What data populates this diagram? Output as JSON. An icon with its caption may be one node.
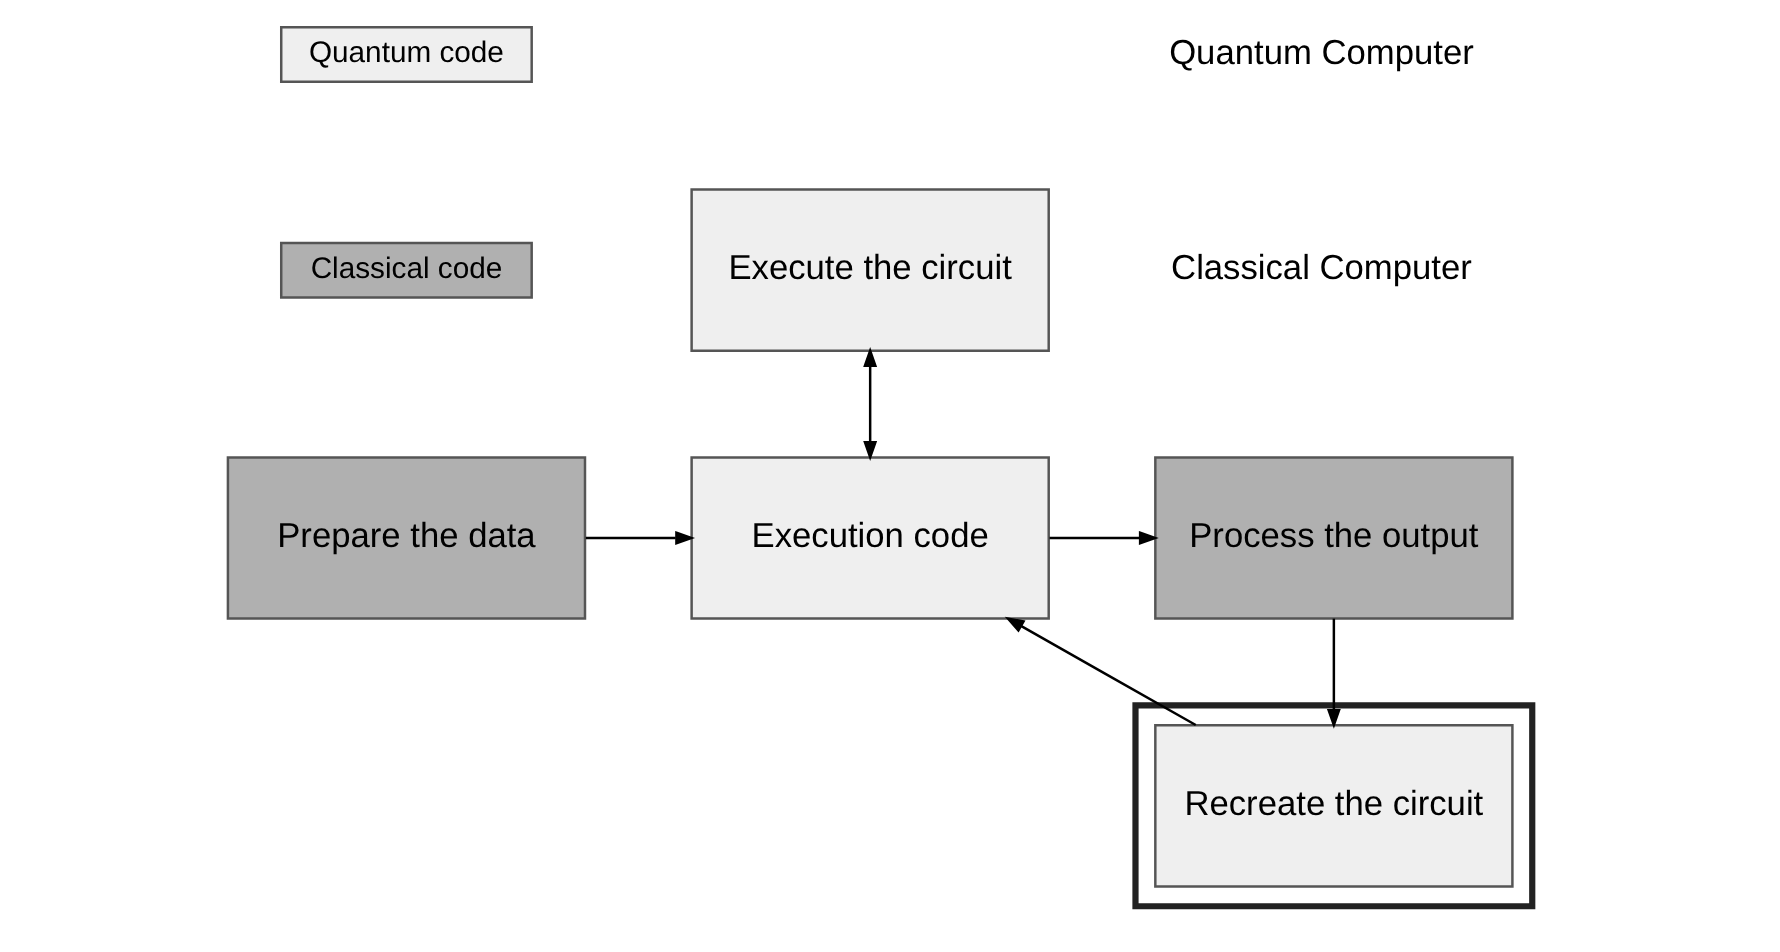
{
  "diagram": {
    "nodes": [
      {
        "text": [
          "Execute the circuit"
        ]
      },
      {
        "text": [
          "Prepare the data"
        ]
      },
      {
        "text": [
          "Execution code"
        ]
      },
      {
        "text": [
          "Process the output"
        ]
      },
      {
        "text": [],
        "shape": "box"
      },
      {
        "text": [
          "Recreate the circuit"
        ],
        "in": 4
      }
    ],
    "edges": [
      {
        "from": 0,
        "to": 2,
        "arrow": "both"
      },
      {
        "from": 1,
        "to": 2,
        "arrow": "to"
      },
      {
        "from": 2,
        "to": 3,
        "arrow": "to"
      },
      {
        "from": 3,
        "to": 5,
        "arrow": "to"
      },
      {
        "from": 5,
        "to": 2,
        "arrow": "to"
      }
    ],
    "labels": [
      "Quantum Computer",
      "Classical Computer"
    ],
    "legend": [
      {
        "text": "Quantum code",
        "color": "#efefef"
      },
      {
        "text": "Classical code",
        "color": "#b0b0b0"
      }
    ]
  }
}
